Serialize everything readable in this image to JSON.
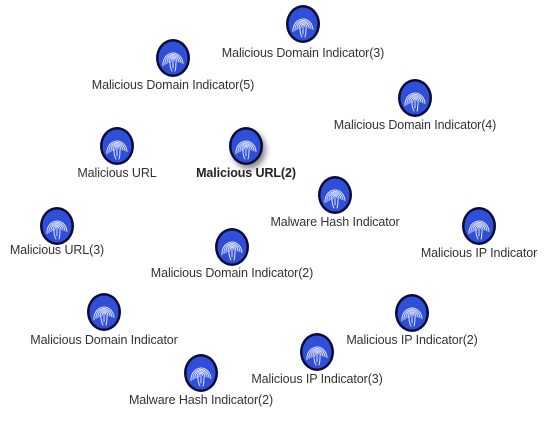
{
  "graph": {
    "node_icon": "fingerprint-icon",
    "colors": {
      "node_fill": "#2f4fd8",
      "node_ring": "#0b0b3a",
      "fingerprint": "#dfe6ff",
      "label": "#333333"
    },
    "nodes": [
      {
        "id": "n1",
        "label": "Malicious Domain Indicator(3)",
        "selected": false
      },
      {
        "id": "n2",
        "label": "Malicious Domain Indicator(5)",
        "selected": false
      },
      {
        "id": "n3",
        "label": "Malicious Domain Indicator(4)",
        "selected": false
      },
      {
        "id": "n4",
        "label": "Malicious URL",
        "selected": false
      },
      {
        "id": "n5",
        "label": "Malicious URL(2)",
        "selected": true
      },
      {
        "id": "n6",
        "label": "Malware Hash Indicator",
        "selected": false
      },
      {
        "id": "n7",
        "label": "Malicious URL(3)",
        "selected": false
      },
      {
        "id": "n8",
        "label": "Malicious Domain Indicator(2)",
        "selected": false
      },
      {
        "id": "n9",
        "label": "Malicious IP Indicator",
        "selected": false
      },
      {
        "id": "n10",
        "label": "Malicious Domain Indicator",
        "selected": false
      },
      {
        "id": "n11",
        "label": "Malicious IP Indicator(2)",
        "selected": false
      },
      {
        "id": "n12",
        "label": "Malicious IP Indicator(3)",
        "selected": false
      },
      {
        "id": "n13",
        "label": "Malware Hash Indicator(2)",
        "selected": false
      }
    ]
  }
}
